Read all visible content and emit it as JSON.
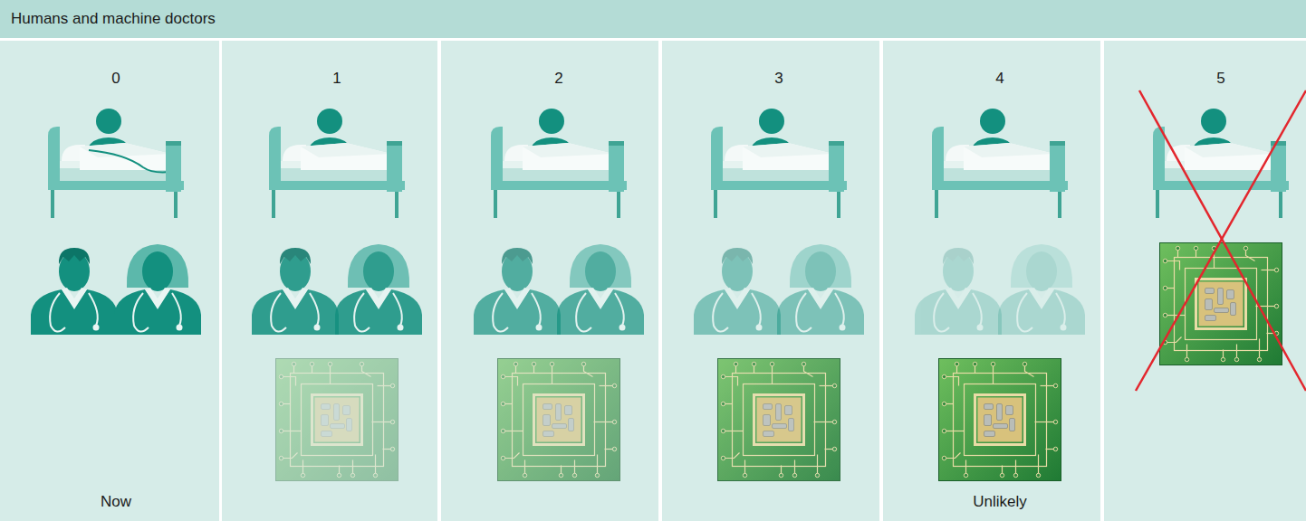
{
  "diagram": {
    "title": "Humans and machine doctors",
    "nodes": [
      {
        "text": [
          "0",
          "Now"
        ]
      },
      {
        "text": [
          "1"
        ]
      },
      {
        "text": [
          "2"
        ]
      },
      {
        "text": [
          "3"
        ]
      },
      {
        "text": [
          "4",
          "Unlikely"
        ]
      },
      {
        "text": [
          "5"
        ]
      }
    ]
  }
}
